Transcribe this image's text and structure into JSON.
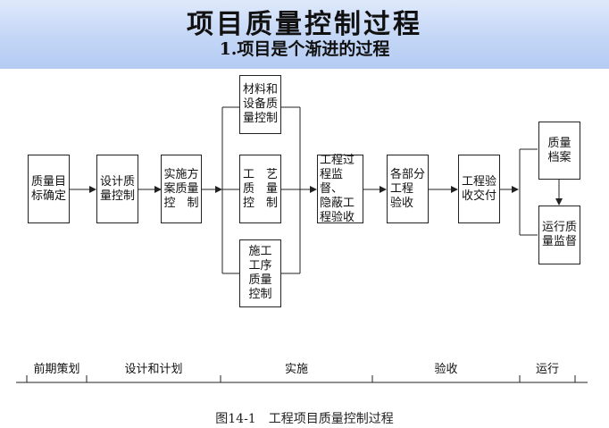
{
  "header": {
    "title": "项目质量控制过程",
    "subtitle": "1.项目是个渐进的过程"
  },
  "diagram": {
    "boxes": {
      "b1": "质量目\n标确定",
      "b2": "设计质\n量控制",
      "b3": "实施方\n案质量\n控　制",
      "b4a": "材料和\n设备质\n量控制",
      "b4b": "工　艺\n质　量\n控　制",
      "b4c": "施工\n工序\n质量\n控制",
      "b5": "工程过\n程监督、\n隐蔽工\n程验收",
      "b6": "各部分\n工程\n验收",
      "b7": "工程验\n收交付",
      "b8a": "质量\n档案",
      "b8b": "运行质\n量监督"
    },
    "phases": [
      "前期策划",
      "设计和计划",
      "实施",
      "验收",
      "运行"
    ],
    "caption": "图14-1　工程项目质量控制过程"
  },
  "colors": {
    "header_bg": "#c3d6f6",
    "line": "#222222"
  }
}
